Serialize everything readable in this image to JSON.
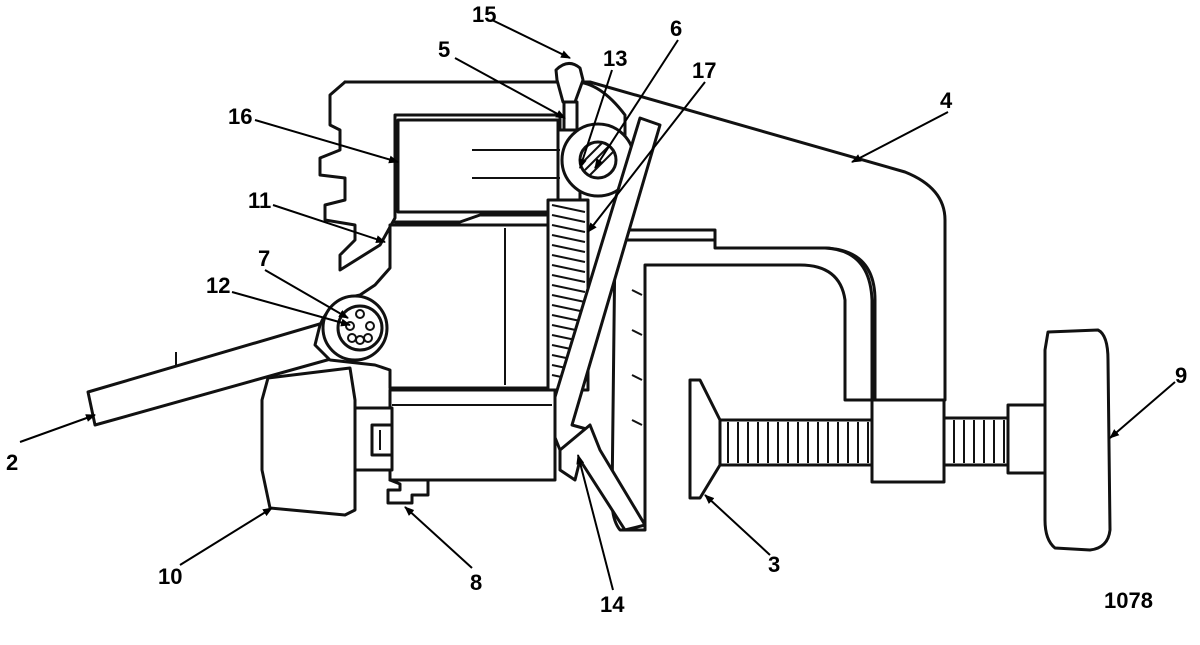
{
  "figure_number": "1078",
  "callouts": {
    "c2": "2",
    "c3": "3",
    "c4": "4",
    "c5": "5",
    "c6": "6",
    "c7": "7",
    "c8": "8",
    "c9": "9",
    "c10": "10",
    "c11": "11",
    "c12": "12",
    "c13": "13",
    "c14": "14",
    "c15": "15",
    "c16": "16",
    "c17": "17"
  }
}
